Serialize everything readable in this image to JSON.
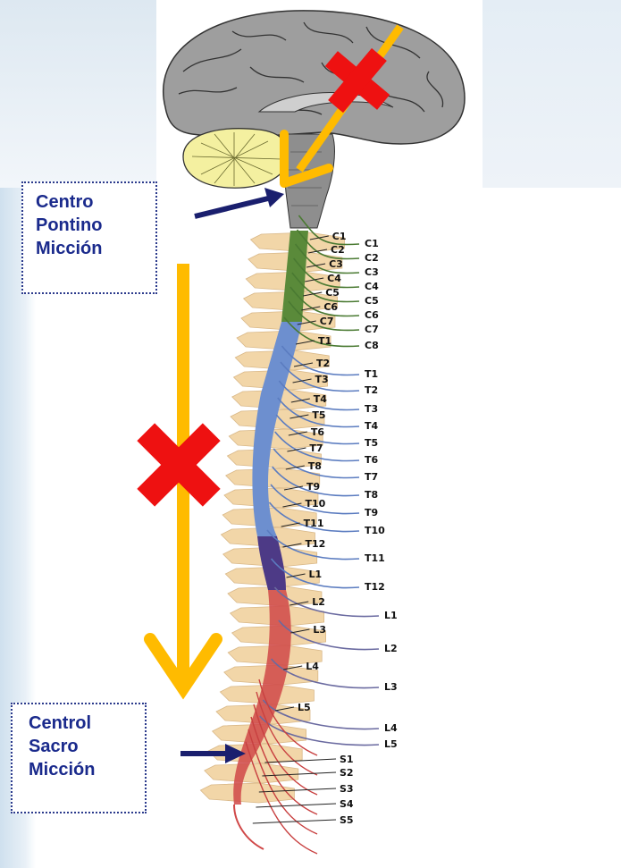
{
  "labels": {
    "pontine": [
      "Centro",
      "Pontino",
      "Micción"
    ],
    "sacral": [
      "Centrol",
      "Sacro",
      "Micción"
    ]
  },
  "segments_left": [
    "C1",
    "C2",
    "C3",
    "C4",
    "C5",
    "C6",
    "C7",
    "T1",
    "T2",
    "T3",
    "T4",
    "T5",
    "T6",
    "T7",
    "T8",
    "T9",
    "T10",
    "T11",
    "T12",
    "L1",
    "L2",
    "L3",
    "L4",
    "L5",
    "S1",
    "S2",
    "S3",
    "S4",
    "S5"
  ],
  "segments_right": [
    "C1",
    "C2",
    "C3",
    "C4",
    "C5",
    "C6",
    "C7",
    "C8",
    "T1",
    "T2",
    "T3",
    "T4",
    "T5",
    "T6",
    "T7",
    "T8",
    "T9",
    "T10",
    "T11",
    "T12",
    "L1",
    "L2",
    "L3",
    "L4",
    "L5"
  ],
  "colors": {
    "arrow_yellow": "#ffbb00",
    "block_red": "#ee1111",
    "pointer_navy": "#1a1f6e",
    "cervical_green": "#5a8a3a",
    "thoracic_blue": "#6d8fcf",
    "lumbar_purple": "#4d3a86",
    "sacral_red": "#d04848",
    "vertebra_tan": "#f2d6a8",
    "brain_gray": "#9a9a9a",
    "cerebellum_yellow": "#f4f0a0"
  }
}
